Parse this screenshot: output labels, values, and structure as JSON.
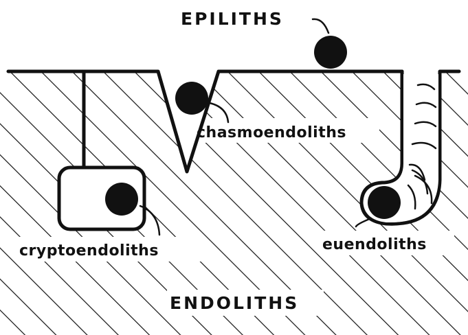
{
  "colors": {
    "ink": "#111111",
    "background": "#ffffff"
  },
  "labels": {
    "epiliths": "EPILITHS",
    "chasmoendoliths": "chasmoendoliths",
    "cryptoendoliths": "cryptoendoliths",
    "euendoliths": "euendoliths",
    "endoliths": "ENDOLITHS"
  }
}
